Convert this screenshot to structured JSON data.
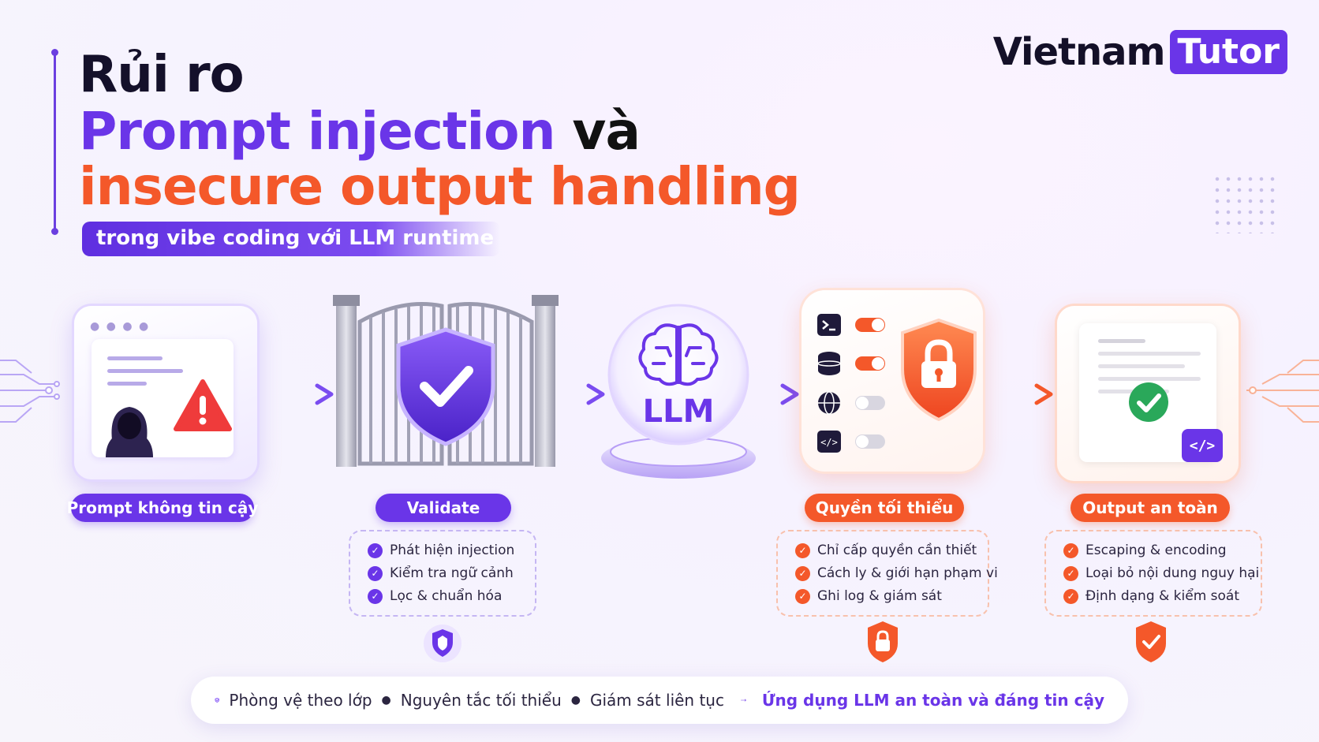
{
  "title": {
    "line1": "Rủi ro",
    "line2_purple": "Prompt injection",
    "line2_rest": " và",
    "line3": "insecure output handling",
    "subtitle": "trong vibe coding với LLM runtime"
  },
  "brand": {
    "part1": "Vietnam",
    "part2": "Tutor"
  },
  "colors": {
    "purple": "#6a35e8",
    "orange": "#f4582a"
  },
  "stages": [
    {
      "label": "Prompt không tin cậy",
      "icon": "hooded-hacker-warning-icon"
    },
    {
      "label": "Validate",
      "icon": "gate-shield-check-icon",
      "checks": [
        "Phát hiện injection",
        "Kiểm tra ngữ cảnh",
        "Lọc & chuẩn hóa"
      ]
    },
    {
      "label": "LLM",
      "icon": "brain-icon"
    },
    {
      "label": "Quyền tối thiểu",
      "icon": "lock-shield-icon",
      "checks": [
        "Chỉ cấp quyền cần thiết",
        "Cách ly & giới hạn phạm vi",
        "Ghi log & giám sát"
      ]
    },
    {
      "label": "Output an toàn",
      "icon": "document-check-code-icon",
      "checks": [
        "Escaping & encoding",
        "Loại bỏ nội dung nguy hại",
        "Định dạng & kiểm soát"
      ]
    }
  ],
  "toggles": [
    {
      "icon": "terminal-icon",
      "on": true
    },
    {
      "icon": "database-icon",
      "on": true
    },
    {
      "icon": "globe-icon",
      "on": false
    },
    {
      "icon": "code-icon",
      "on": false
    }
  ],
  "bottom": {
    "items": [
      "Phòng vệ theo lớp",
      "Nguyên tắc tối thiểu",
      "Giám sát liên tục"
    ],
    "result": "Ứng dụng LLM an toàn và đáng tin cậy"
  }
}
